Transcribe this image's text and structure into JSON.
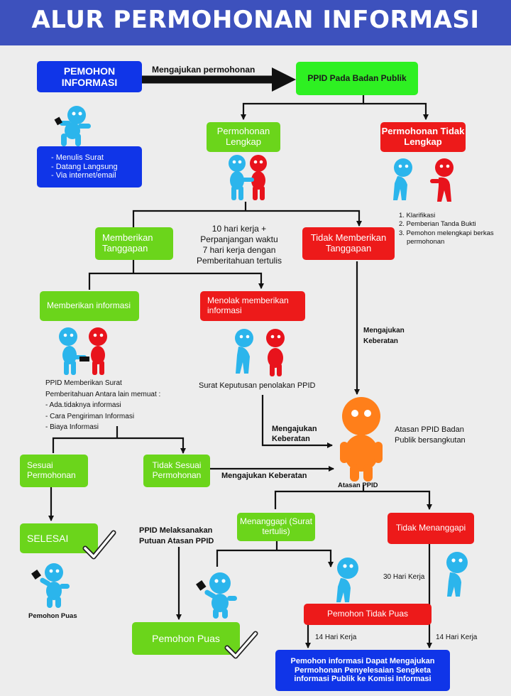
{
  "title": "ALUR PERMOHONAN INFORMASI",
  "pemohon": "PEMOHON INFORMASI",
  "mengajukan_permohonan": "Mengajukan permohonan",
  "ppid_badan_publik": "PPID Pada Badan Publik",
  "pemohon_methods": [
    "- Menulis Surat",
    "- Datang Langsung",
    "- Via internet/email"
  ],
  "permohonan_lengkap": "Permohonan Lengkap",
  "permohonan_tidak_lengkap": "Permohonan Tidak Lengkap",
  "tidak_lengkap_steps": [
    "1. Klarifikasi",
    "2. Pemberian Tanda Bukti",
    "3. Pemohon melengkapi berkas",
    "permohonan"
  ],
  "memberikan_tanggapan": "Memberikan Tanggapan",
  "waktu_note": [
    "10 hari kerja +",
    "Perpanjangan waktu",
    "7  hari kerja dengan",
    "Pemberitahuan tertulis"
  ],
  "tidak_memberikan_tanggapan": "Tidak Memberikan Tanggapan",
  "memberikan_informasi": "Memberikan informasi",
  "menolak": "Menolak memberikan informasi",
  "mengajukan_keberatan_1": "Mengajukan Keberatan",
  "surat_pemberitahuan": [
    "PPID Memberikan Surat",
    "Pemberitahuan Antara lain memuat :",
    "- Ada.tidaknya informasi",
    "- Cara Pengiriman Informasi",
    "- Biaya Informasi"
  ],
  "surat_keputusan": "Surat Keputusan penolakan PPID",
  "mengajukan_keberatan_2": "Mengajukan Keberatan",
  "atasan_ppid_desc": "Atasan PPID Badan Publik bersangkutan",
  "sesuai_permohonan": "Sesuai Permohonan",
  "tidak_sesuai_permohonan": "Tidak Sesuai Permohonan",
  "mengajukan_keberatan_3": "Mengajukan Keberatan",
  "atasan_ppid": "Atasan PPID",
  "selesai": "SELESAI",
  "ppid_melaksanakan": "PPID Melaksanakan Putuan Atasan PPID",
  "menanggapi": "Menanggapi (Surat tertulis)",
  "tidak_menanggapi": "Tidak Menanggapi",
  "pemohon_puas_label": "Pemohon Puas",
  "hari_kerja_30": "30 Hari Kerja",
  "pemohon_puas": "Pemohon Puas",
  "pemohon_tidak_puas": "Pemohon Tidak Puas",
  "hari_kerja_14a": "14 Hari Kerja",
  "hari_kerja_14b": "14 Hari Kerja",
  "komisi": "Pemohon informasi Dapat Mengajukan Permohonan Penyelesaian Sengketa informasi Publik ke Komisi Informasi",
  "colors": {
    "blue": "#1035e8",
    "green": "#6bd51b",
    "red": "#ed1a1a",
    "orange": "#ff7f1a",
    "cyan": "#2bb5ec",
    "figure_red": "#e8131c"
  }
}
